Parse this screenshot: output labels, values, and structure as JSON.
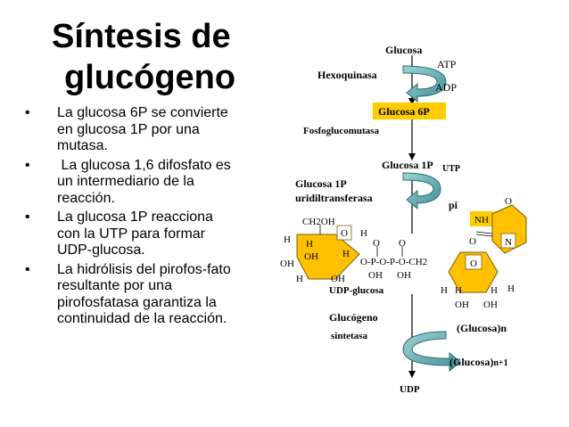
{
  "title_line1": "Síntesis de",
  "title_line2": "glucógeno",
  "bullets": [
    "La glucosa 6P se convierte en glucosa 1P por una mutasa.",
    " La glucosa 1,6 difosfato es un intermediario de la reacción.",
    "La glucosa 1P reacciona con la UTP para formar UDP-glucosa.",
    "La hidrólisis del pirofos-fato resultante por una pirofosfatasa garantiza la continuidad de la reacción."
  ],
  "bullet_symbol": "•",
  "diagram": {
    "glucosa": "Glucosa",
    "hexoquinasa": "Hexoquinasa",
    "atp": "ATP",
    "adp": "ADP",
    "glucosa6p": "Glucosa 6P",
    "fosfoglucomutasa": "Fosfoglucomutasa",
    "glucosa1p": "Glucosa 1P",
    "utp": "UTP",
    "enzyme2_line1": "Glucosa 1P",
    "enzyme2_line2": "uridiltransferasa",
    "pi": "pi",
    "ch2oh": "CH2OH",
    "ring_o": "O",
    "h": "H",
    "oh": "OH",
    "o": "O",
    "phosphate_chain": "O-P-O-P-O-CH2",
    "udp_glucosa": "UDP-glucosa",
    "nh": "NH",
    "n": "N",
    "glucogeno": "Glucógeno",
    "sintetasa": "sintetasa",
    "glucosa_n": "(Glucosa)n",
    "glucosa_n1_main": "(Glucosa)",
    "glucosa_n1_sub": "n+1",
    "udp": "UDP"
  },
  "colors": {
    "glucose_ring_fill": "#FFC000",
    "uridine_fill": "#FFC000",
    "highlight_fill": "#FFCC00",
    "arrow_fill": "#6BB5B8",
    "arrow_stroke": "#2A6E75"
  }
}
